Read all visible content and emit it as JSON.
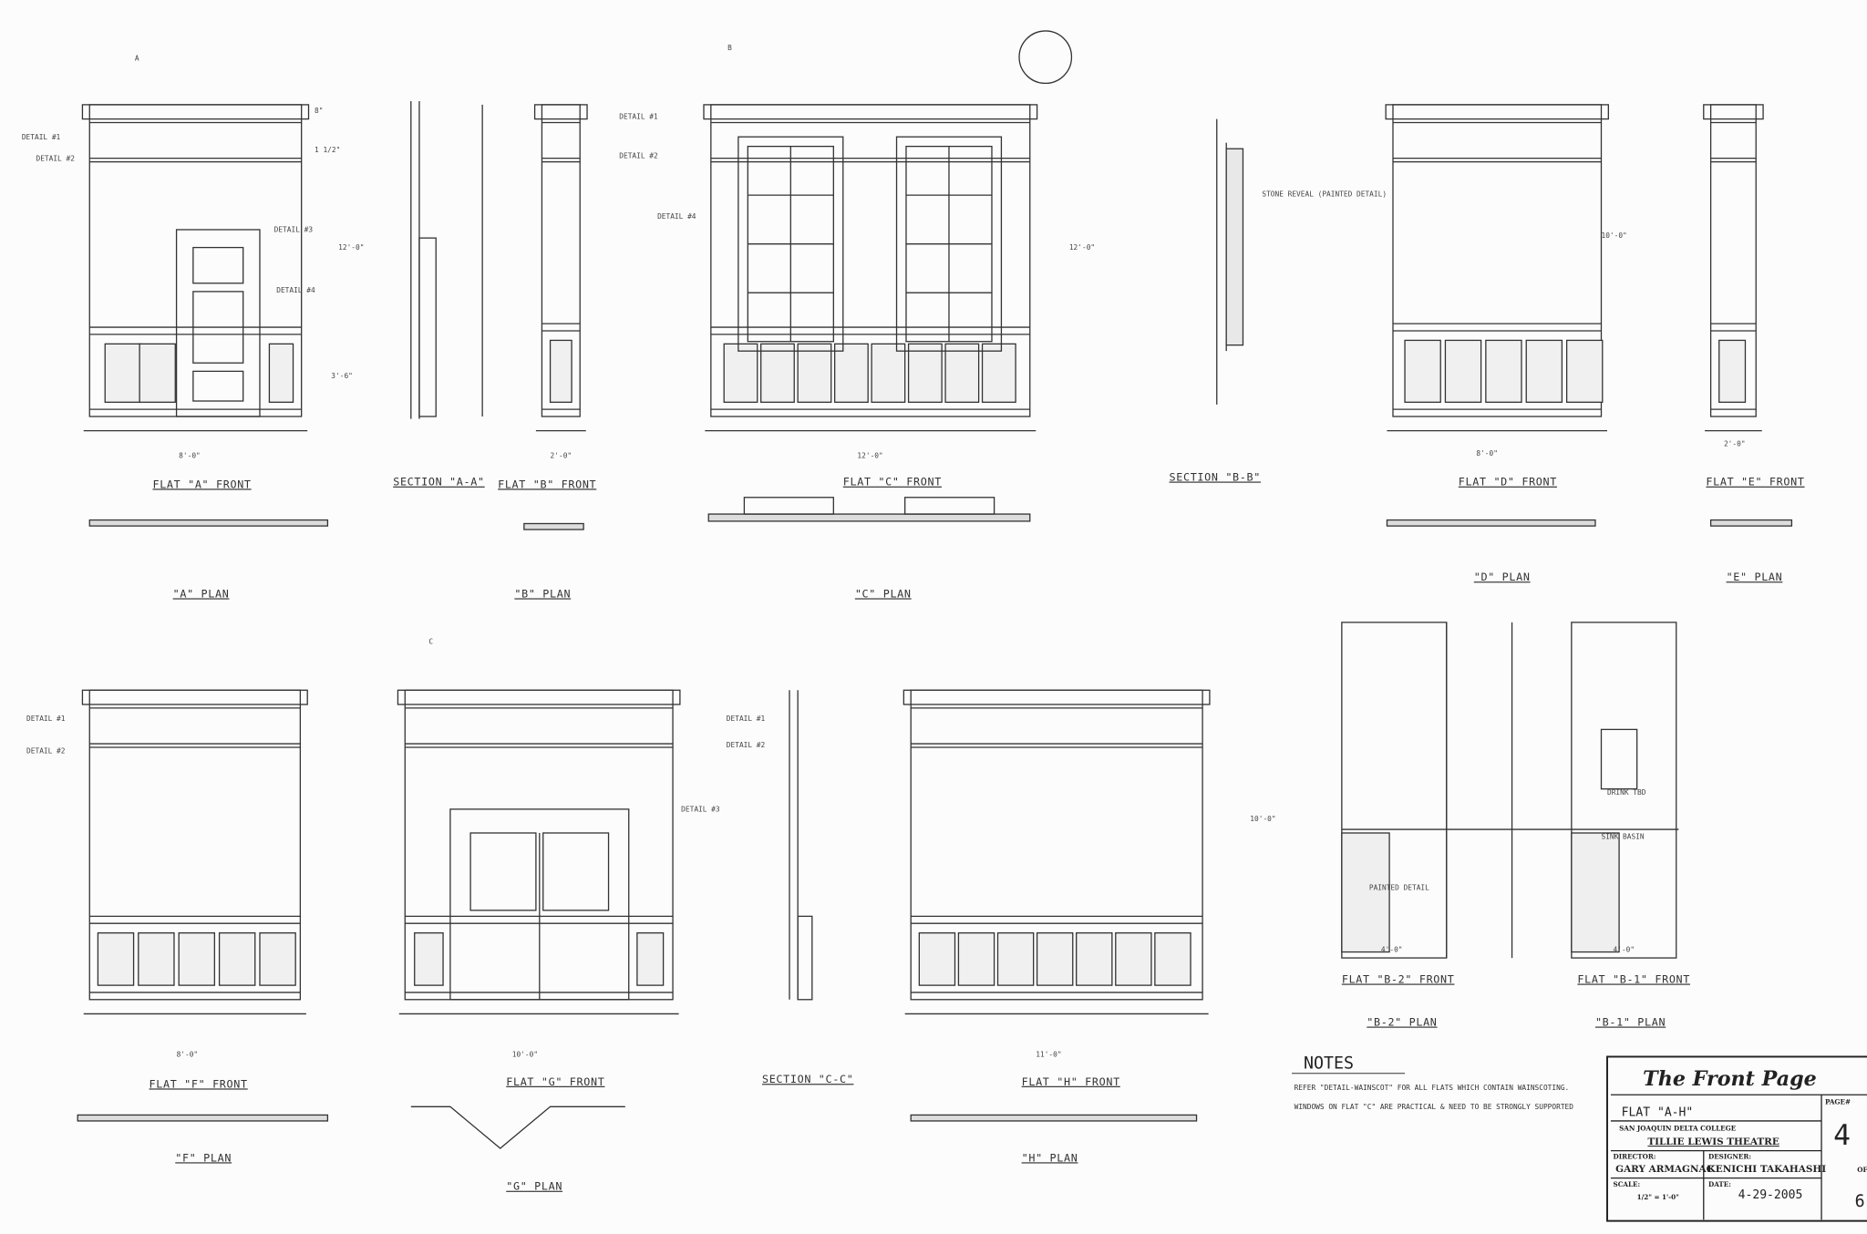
{
  "drawing": {
    "views": [
      {
        "id": "flat-a-front",
        "label": "FLAT \"A\" FRONT"
      },
      {
        "id": "section-a-a",
        "label": "SECTION \"A-A\""
      },
      {
        "id": "flat-b-front",
        "label": "FLAT \"B\" FRONT"
      },
      {
        "id": "flat-c-front",
        "label": "FLAT \"C\" FRONT"
      },
      {
        "id": "section-b-b",
        "label": "SECTION \"B-B\""
      },
      {
        "id": "flat-d-front",
        "label": "FLAT \"D\" FRONT"
      },
      {
        "id": "flat-e-front",
        "label": "FLAT \"E\" FRONT"
      },
      {
        "id": "a-plan",
        "label": "\"A\" PLAN"
      },
      {
        "id": "b-plan",
        "label": "\"B\" PLAN"
      },
      {
        "id": "c-plan",
        "label": "\"C\" PLAN"
      },
      {
        "id": "d-plan",
        "label": "\"D\" PLAN"
      },
      {
        "id": "e-plan",
        "label": "\"E\" PLAN"
      },
      {
        "id": "flat-f-front",
        "label": "FLAT \"F\" FRONT"
      },
      {
        "id": "flat-g-front",
        "label": "FLAT \"G\" FRONT"
      },
      {
        "id": "section-c-c",
        "label": "SECTION \"C-C\""
      },
      {
        "id": "flat-h-front",
        "label": "FLAT \"H\" FRONT"
      },
      {
        "id": "flat-b2-front",
        "label": "FLAT \"B-2\" FRONT"
      },
      {
        "id": "flat-b1-front",
        "label": "FLAT \"B-1\" FRONT"
      },
      {
        "id": "f-plan",
        "label": "\"F\" PLAN"
      },
      {
        "id": "g-plan",
        "label": "\"G\" PLAN"
      },
      {
        "id": "h-plan",
        "label": "\"H\" PLAN"
      },
      {
        "id": "b2-plan",
        "label": "\"B-2\" PLAN"
      },
      {
        "id": "b1-plan",
        "label": "\"B-1\" PLAN"
      }
    ],
    "section_markers": [
      "A",
      "B",
      "C"
    ],
    "callouts": {
      "detail1": "DETAIL #1",
      "detail2": "DETAIL #2",
      "detail3": "DETAIL #3",
      "detail4": "DETAIL #4",
      "stone_reveal": "STONE REVEAL (PAINTED DETAIL)",
      "painted_detail": "PAINTED DETAIL",
      "sink_basin": "SINK BASIN",
      "drink_tbd": "DRINK TBD"
    },
    "dimensions": {
      "a_width": "8'-0\"",
      "b_width": "2'-0\"",
      "c_width": "12'-0\"",
      "d_width": "8'-0\"",
      "e_width": "2'-0\"",
      "f_width": "8'-0\"",
      "g_width": "10'-0\"",
      "h_width": "11'-0\"",
      "b2_width": "4'-0\"",
      "b1_width": "4'-0\"",
      "height_12": "12'-0\"",
      "height_10": "10'-0\"",
      "cornice": "8\"",
      "rail": "1 1/2\"",
      "wainscot": "3'-6\""
    }
  },
  "notes": {
    "title": "NOTES",
    "items": [
      "REFER \"DETAIL-WAINSCOT\" FOR ALL FLATS WHICH CONTAIN WAINSCOTING.",
      "WINDOWS ON FLAT \"C\" ARE PRACTICAL & NEED TO BE STRONGLY SUPPORTED"
    ]
  },
  "title_block": {
    "show": "The Front Page",
    "sheet_title": "FLAT \"A-H\"",
    "pages_label": "PAGE#",
    "page_number": "4",
    "of_label": "OF",
    "of_number": "6",
    "institution": "SAN JOAQUIN DELTA COLLEGE",
    "venue": "TILLIE LEWIS THEATRE",
    "director_label": "DIRECTOR:",
    "director": "GARY ARMAGNAC",
    "designer_label": "DESIGNER:",
    "designer": "KENICHI TAKAHASHI",
    "scale_label": "SCALE:",
    "scale": "1/2\" = 1'-0\"",
    "date_label": "DATE:",
    "date": "4-29-2005"
  }
}
